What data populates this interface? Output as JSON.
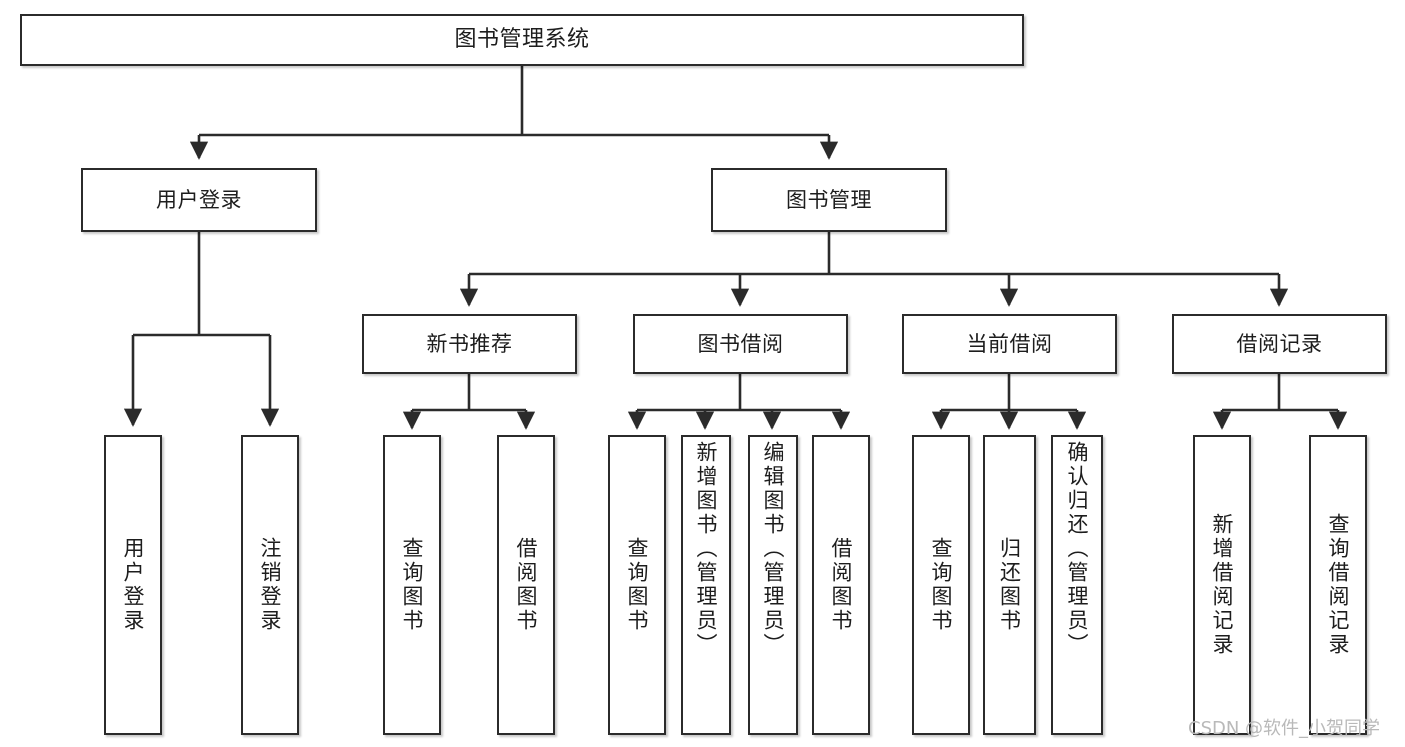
{
  "diagram": {
    "type": "tree-hierarchy-chart",
    "title": "图书管理系统",
    "line_color": "#2b2b2b",
    "box_fill": "#ffffff",
    "text_color": "#1d1d1d",
    "watermark": "CSDN @软件_小贺同学",
    "root": {
      "label": "图书管理系统"
    },
    "level2": [
      {
        "label": "用户登录"
      },
      {
        "label": "图书管理"
      }
    ],
    "level3": [
      {
        "label": "新书推荐"
      },
      {
        "label": "图书借阅"
      },
      {
        "label": "当前借阅"
      },
      {
        "label": "借阅记录"
      }
    ],
    "leaves": {
      "user_login": [
        {
          "label": "用户登录"
        },
        {
          "label": "注销登录"
        }
      ],
      "new_book_recommend": [
        {
          "label": "查询图书"
        },
        {
          "label": "借阅图书"
        }
      ],
      "book_borrow": [
        {
          "label": "查询图书"
        },
        {
          "label": "新增图书（管理员）"
        },
        {
          "label": "编辑图书（管理员）"
        },
        {
          "label": "借阅图书"
        }
      ],
      "current_borrow": [
        {
          "label": "查询图书"
        },
        {
          "label": "归还图书"
        },
        {
          "label": "确认归还（管理员）"
        }
      ],
      "borrow_record": [
        {
          "label": "新增借阅记录"
        },
        {
          "label": "查询借阅记录"
        }
      ]
    }
  }
}
